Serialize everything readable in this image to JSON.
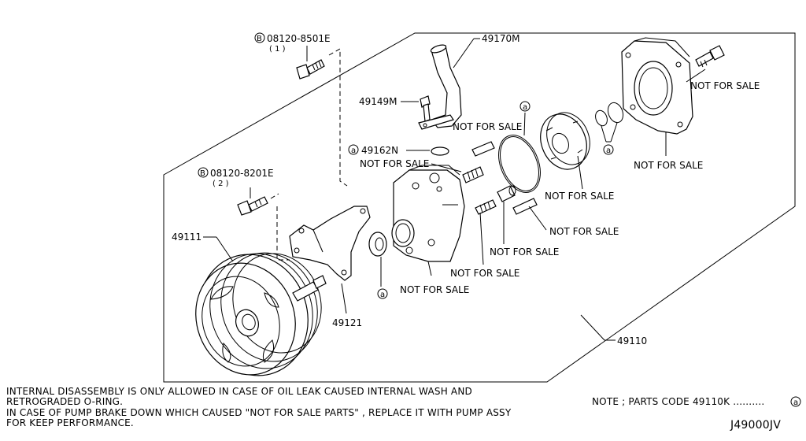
{
  "labels": {
    "bolt1_code": "08120-8501E",
    "bolt1_qty": "( 1 )",
    "bolt2_code": "08120-8201E",
    "bolt2_qty": "( 2 )",
    "b_symbol": "B",
    "a_symbol": "a",
    "p49170m": "49170M",
    "p49149m": "49149M",
    "p49162n": "49162N",
    "p49111": "49111",
    "p49121": "49121",
    "p49110": "49110",
    "nfs_cover": "NOT FOR SALE",
    "nfs_seal_top": "NOT FOR SALE",
    "nfs_cover_body": "NOT FOR SALE",
    "nfs_mid": "NOT FOR SALE",
    "nfs_rotor": "NOT FOR SALE",
    "nfs_pin": "NOT FOR SALE",
    "nfs_sleeve": "NOT FOR SALE",
    "nfs_spring": "NOT FOR SALE",
    "nfs_body": "NOT FOR SALE"
  },
  "notes": {
    "line1": "INTERNAL DISASSEMBLY IS ONLY ALLOWED IN CASE OF OIL LEAK CAUSED INTERNAL WASH AND",
    "line2": "RETROGRADED O-RING.",
    "line3": "IN CASE OF PUMP BRAKE DOWN WHICH CAUSED \"NOT FOR SALE PARTS\" , REPLACE IT WITH PUMP ASSY",
    "line4": "FOR KEEP PERFORMANCE.",
    "parts_code": "NOTE ; PARTS CODE 49110K ..........",
    "diagram_id": "J49000JV"
  }
}
